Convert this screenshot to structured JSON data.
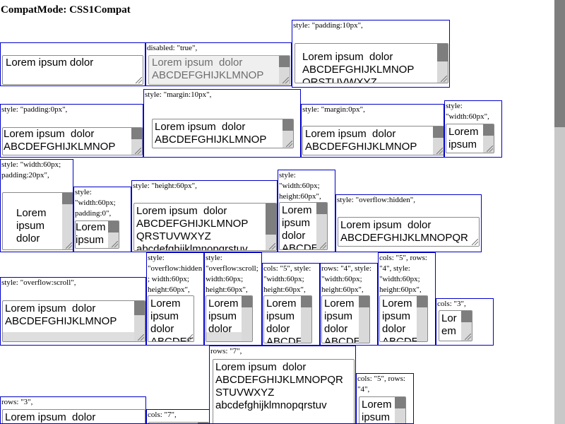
{
  "page": {
    "title": "CompatMode: CSS1Compat"
  },
  "lorem": {
    "a": "Lorem ipsum dolor",
    "b": "Lorem ipsum  dolor\nABCDEFGHIJKLMNOP",
    "c": "Lorem ipsum  dolor\nABCDEFGHIJKLMNOP\nQRSTUVWXYZ",
    "d": "Lorem ipsum  dolor\nABCDEFGHIJKLMNOP\nQRSTUVWXYZ\nabcdefghijklmnopqrstuv",
    "e": "Lorem ipsum  dolor\nABCDEFGHIJKLMNOPQR",
    "f": "Lorem ipsum  dolor\nABCDEFGHIJKLMNOPQR\nSTUVWXYZ\nabcdefghijklmnopqrstuv",
    "g": "Lorem\nipsum\ndolor\nABCDEFGH",
    "h": "Lorem\nipsum",
    "i": "Lorem\nipsum\ndolor",
    "j": "Lor\nem",
    "k": "Lorem ipsum  dolor"
  },
  "tests": [
    {
      "id": "t1",
      "label": "",
      "text": "Lorem ipsum dolor",
      "disabled": false
    },
    {
      "id": "t2",
      "label": "disabled: \"true\",",
      "text": "Lorem ipsum  dolor\nABCDEFGHIJKLMNOP",
      "disabled": true
    },
    {
      "id": "t3",
      "label": "style: \"padding:10px\",",
      "text": "Lorem ipsum  dolor\nABCDEFGHIJKLMNOP\nQRSTUVWXYZ",
      "disabled": false
    },
    {
      "id": "t4",
      "label": "style: \"padding:0px\",",
      "text": "Lorem ipsum  dolor\nABCDEFGHIJKLMNOP",
      "disabled": false
    },
    {
      "id": "t5",
      "label": "style: \"margin:10px\",",
      "text": "Lorem ipsum  dolor\nABCDEFGHIJKLMNOP",
      "disabled": false
    },
    {
      "id": "t6",
      "label": "style: \"margin:0px\",",
      "text": "Lorem ipsum  dolor\nABCDEFGHIJKLMNOP",
      "disabled": false
    },
    {
      "id": "t7",
      "label": "style: \"width:60px\",",
      "text": "Lorem\nipsum",
      "disabled": false
    },
    {
      "id": "t8",
      "label": "style: \"width:60px; padding:20px\",",
      "text": "Lorem\nipsum\ndolor",
      "disabled": false
    },
    {
      "id": "t9",
      "label": "style: \"width:60px; padding:0\",",
      "text": "Lorem\nipsum",
      "disabled": false
    },
    {
      "id": "t10",
      "label": "style: \"height:60px\",",
      "text": "Lorem ipsum  dolor\nABCDEFGHIJKLMNOP\nQRSTUVWXYZ\nabcdefghijklmnopqrstuv",
      "disabled": false
    },
    {
      "id": "t11",
      "label": "style: \"width:60px; height:60px\",",
      "text": "Lorem\nipsum\ndolor\nABCDEFGH",
      "disabled": false
    },
    {
      "id": "t12",
      "label": "style: \"overflow:hidden\",",
      "text": "Lorem ipsum  dolor\nABCDEFGHIJKLMNOPQR",
      "disabled": false
    },
    {
      "id": "t13",
      "label": "style: \"overflow:scroll\",",
      "text": "Lorem ipsum  dolor\nABCDEFGHIJKLMNOP",
      "disabled": false
    },
    {
      "id": "t14",
      "label": "style: \"overflow:hidden; width:60px; height:60px\",",
      "text": "Lorem\nipsum\ndolor\nABCDEFGH",
      "disabled": false
    },
    {
      "id": "t15",
      "label": "style: \"overflow:scroll; width:60px; height:60px\",",
      "text": "Lorem\nipsum\ndolor\nABCDEFGH",
      "disabled": false
    },
    {
      "id": "t16",
      "label": "cols: \"5\", style: \"width:60px; height:60px\",",
      "text": "Lorem\nipsum\ndolor\nABCDEFGH",
      "disabled": false
    },
    {
      "id": "t17",
      "label": "rows: \"4\", style: \"width:60px; height:60px\",",
      "text": "Lorem\nipsum\ndolor\nABCDEFGH",
      "disabled": false
    },
    {
      "id": "t18",
      "label": "cols: \"5\", rows: \"4\", style: \"width:60px; height:60px\",",
      "text": "Lorem\nipsum\ndolor\nABCDEFGH",
      "disabled": false
    },
    {
      "id": "t19",
      "label": "cols: \"3\",",
      "text": "Lor\nem",
      "disabled": false
    },
    {
      "id": "t20",
      "label": "rows: \"7\",",
      "text": "Lorem ipsum  dolor\nABCDEFGHIJKLMNOPQR\nSTUVWXYZ\nabcdefghijklmnopqrstuv",
      "disabled": false
    },
    {
      "id": "t21",
      "label": "cols: \"5\", rows: \"4\",",
      "text": "Lorem\nipsum\ndolor",
      "disabled": false
    },
    {
      "id": "t22",
      "label": "rows: \"3\",",
      "text": "Lorem ipsum  dolor",
      "disabled": false
    },
    {
      "id": "t23",
      "label": "cols: \"7\",",
      "text": "",
      "disabled": false
    }
  ]
}
